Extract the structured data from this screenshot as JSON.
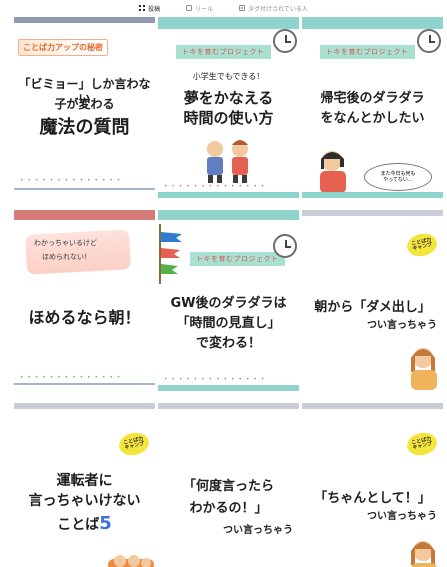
{
  "tabs": [
    {
      "label": "投稿",
      "icon": "grid-icon",
      "active": true
    },
    {
      "label": "リール",
      "icon": "reel-icon",
      "active": false
    },
    {
      "label": "タグ付けされている人",
      "icon": "tag-icon",
      "active": false
    }
  ],
  "posts": {
    "p1": {
      "label": "ことば力アップの秘密",
      "line1": "「ビミョー」しか言わない",
      "line2": "子が変わる",
      "line3": "魔法の質問"
    },
    "p2": {
      "label": "トキを育むプロジェクト",
      "small": "小学生でもできる！",
      "line1": "夢をかなえる",
      "line2": "時間の使い方"
    },
    "p3": {
      "label": "トキを育むプロジェクト",
      "line1": "帰宅後のダラダラ",
      "line2": "をなんとかしたい",
      "bubble": "また今日も何も\nやってない…"
    },
    "p4": {
      "label_line1": "わかっちゃいるけど",
      "label_line2": "ほめられない！",
      "headline": "ほめるなら朝！"
    },
    "p5": {
      "label": "トキを育むプロジェクト",
      "line1": "GW後のダラダラは",
      "line2": "「時間の見直し」",
      "line3": "で変わる！"
    },
    "p6": {
      "badge": "ことば力\nキャンプ",
      "line1": "朝から「ダメ出し」",
      "line2": "つい言っちゃう"
    },
    "p7": {
      "badge": "ことば力\nキャンプ",
      "line1": "運転者に",
      "line2": "言っちゃいけない",
      "line3_a": "ことば",
      "line3_b": "5"
    },
    "p8": {
      "line1": "「何度言ったら",
      "line2": "わかるの！」",
      "line3": "つい言っちゃう"
    },
    "p9": {
      "badge": "ことば力\nキャンプ",
      "line1": "「ちゃんとして！」",
      "line2": "つい言っちゃう"
    }
  },
  "colors": {
    "teal": "#8fd3cd",
    "rose": "#d87b7b",
    "yellow": "#f4e53c",
    "accent_blue": "#3d6fe0"
  }
}
